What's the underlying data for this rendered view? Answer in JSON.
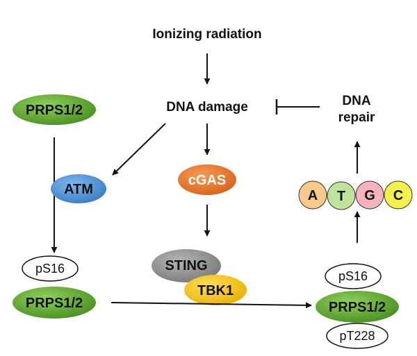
{
  "diagram": {
    "ionizing_radiation": "Ionizing radiation",
    "dna_damage": "DNA damage",
    "dna_repair_line1": "DNA",
    "dna_repair_line2": "repair",
    "prps_top": "PRPS1/2",
    "atm": "ATM",
    "cgas": "cGAS",
    "sting": "STING",
    "tbk1": "TBK1",
    "ps16_left": "pS16",
    "prps_left": "PRPS1/2",
    "ps16_right": "pS16",
    "prps_right": "PRPS1/2",
    "pt228": "pT228",
    "bases": [
      "A",
      "T",
      "G",
      "C"
    ]
  },
  "colors": {
    "prps_green": "#5aa02c",
    "atm_blue": "#4a8fd6",
    "cgas_orange": "#e8732a",
    "sting_gray": "#8c8c8c",
    "tbk1_yellow": "#f5c518",
    "base_A": "#f7c98b",
    "base_T": "#bfe39a",
    "base_G": "#f4b3bd",
    "base_C": "#f2f24a"
  }
}
